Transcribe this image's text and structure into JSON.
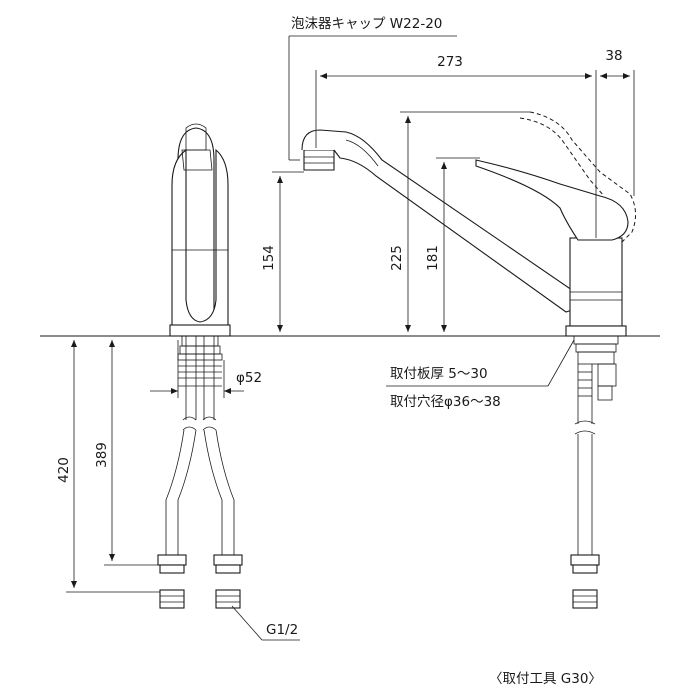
{
  "labels": {
    "aerator_cap": "泡沫器キャップ W22-20",
    "mount_thickness": "取付板厚 5〜30",
    "mount_hole": "取付穴径φ36〜38",
    "thread": "G1/2",
    "tool": "〈取付工具 G30〉",
    "pipe_dia": "φ52"
  },
  "dimensions": {
    "spout_reach": "273",
    "lever_offset": "38",
    "spout_height": "154",
    "overall_height": "225",
    "lever_height": "181",
    "hose_length_total": "420",
    "hose_length": "389"
  }
}
